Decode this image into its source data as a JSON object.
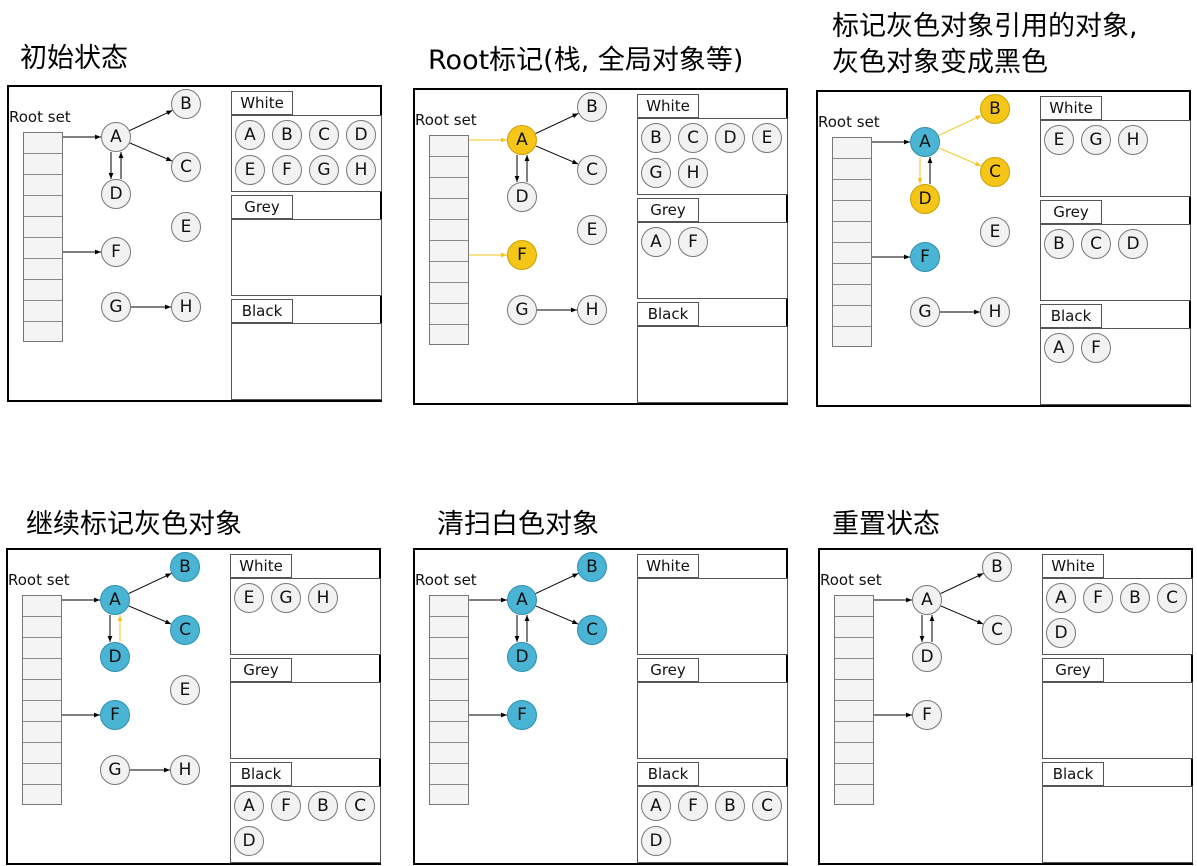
{
  "panels": [
    {
      "title": "初始状态",
      "root_label": "Root set",
      "nodes": [
        {
          "id": "A",
          "label": "A",
          "color": "white"
        },
        {
          "id": "B",
          "label": "B",
          "color": "white"
        },
        {
          "id": "C",
          "label": "C",
          "color": "white"
        },
        {
          "id": "D",
          "label": "D",
          "color": "white"
        },
        {
          "id": "E",
          "label": "E",
          "color": "white"
        },
        {
          "id": "F",
          "label": "F",
          "color": "white"
        },
        {
          "id": "G",
          "label": "G",
          "color": "white"
        },
        {
          "id": "H",
          "label": "H",
          "color": "white"
        }
      ],
      "edges": [
        {
          "from": "root",
          "to": "A",
          "style": "black"
        },
        {
          "from": "root",
          "to": "F",
          "style": "black"
        },
        {
          "from": "A",
          "to": "B",
          "style": "black"
        },
        {
          "from": "A",
          "to": "C",
          "style": "black"
        },
        {
          "from": "A",
          "to": "D",
          "style": "black"
        },
        {
          "from": "D",
          "to": "A",
          "style": "black"
        },
        {
          "from": "G",
          "to": "H",
          "style": "black"
        }
      ],
      "sets": [
        {
          "label": "White",
          "items": [
            "A",
            "B",
            "C",
            "D",
            "E",
            "F",
            "G",
            "H"
          ]
        },
        {
          "label": "Grey",
          "items": []
        },
        {
          "label": "Black",
          "items": []
        }
      ]
    },
    {
      "title": "Root标记(栈, 全局对象等)",
      "root_label": "Root set",
      "nodes": [
        {
          "id": "A",
          "label": "A",
          "color": "grey"
        },
        {
          "id": "B",
          "label": "B",
          "color": "white"
        },
        {
          "id": "C",
          "label": "C",
          "color": "white"
        },
        {
          "id": "D",
          "label": "D",
          "color": "white"
        },
        {
          "id": "E",
          "label": "E",
          "color": "white"
        },
        {
          "id": "F",
          "label": "F",
          "color": "grey"
        },
        {
          "id": "G",
          "label": "G",
          "color": "white"
        },
        {
          "id": "H",
          "label": "H",
          "color": "white"
        }
      ],
      "edges": [
        {
          "from": "root",
          "to": "A",
          "style": "yellow"
        },
        {
          "from": "root",
          "to": "F",
          "style": "yellow"
        },
        {
          "from": "A",
          "to": "B",
          "style": "black"
        },
        {
          "from": "A",
          "to": "C",
          "style": "black"
        },
        {
          "from": "A",
          "to": "D",
          "style": "black"
        },
        {
          "from": "D",
          "to": "A",
          "style": "black"
        },
        {
          "from": "G",
          "to": "H",
          "style": "black"
        }
      ],
      "sets": [
        {
          "label": "White",
          "items": [
            "B",
            "C",
            "D",
            "E",
            "G",
            "H"
          ]
        },
        {
          "label": "Grey",
          "items": [
            "A",
            "F"
          ]
        },
        {
          "label": "Black",
          "items": []
        }
      ]
    },
    {
      "title": "标记灰色对象引用的对象, 灰色对象变成黑色",
      "title_lines": [
        "标记灰色对象引用的对象,",
        "灰色对象变成黑色"
      ],
      "root_label": "Root set",
      "nodes": [
        {
          "id": "A",
          "label": "A",
          "color": "black"
        },
        {
          "id": "B",
          "label": "B",
          "color": "grey"
        },
        {
          "id": "C",
          "label": "C",
          "color": "grey"
        },
        {
          "id": "D",
          "label": "D",
          "color": "grey"
        },
        {
          "id": "E",
          "label": "E",
          "color": "white"
        },
        {
          "id": "F",
          "label": "F",
          "color": "black"
        },
        {
          "id": "G",
          "label": "G",
          "color": "white"
        },
        {
          "id": "H",
          "label": "H",
          "color": "white"
        }
      ],
      "edges": [
        {
          "from": "root",
          "to": "A",
          "style": "black"
        },
        {
          "from": "root",
          "to": "F",
          "style": "black"
        },
        {
          "from": "A",
          "to": "B",
          "style": "yellow"
        },
        {
          "from": "A",
          "to": "C",
          "style": "yellow"
        },
        {
          "from": "A",
          "to": "D",
          "style": "yellow"
        },
        {
          "from": "D",
          "to": "A",
          "style": "black"
        },
        {
          "from": "G",
          "to": "H",
          "style": "black"
        }
      ],
      "sets": [
        {
          "label": "White",
          "items": [
            "E",
            "G",
            "H"
          ]
        },
        {
          "label": "Grey",
          "items": [
            "B",
            "C",
            "D"
          ]
        },
        {
          "label": "Black",
          "items": [
            "A",
            "F"
          ]
        }
      ]
    },
    {
      "title": "继续标记灰色对象",
      "root_label": "Root set",
      "nodes": [
        {
          "id": "A",
          "label": "A",
          "color": "black"
        },
        {
          "id": "B",
          "label": "B",
          "color": "black"
        },
        {
          "id": "C",
          "label": "C",
          "color": "black"
        },
        {
          "id": "D",
          "label": "D",
          "color": "black"
        },
        {
          "id": "E",
          "label": "E",
          "color": "white"
        },
        {
          "id": "F",
          "label": "F",
          "color": "black"
        },
        {
          "id": "G",
          "label": "G",
          "color": "white"
        },
        {
          "id": "H",
          "label": "H",
          "color": "white"
        }
      ],
      "edges": [
        {
          "from": "root",
          "to": "A",
          "style": "black"
        },
        {
          "from": "root",
          "to": "F",
          "style": "black"
        },
        {
          "from": "A",
          "to": "B",
          "style": "black"
        },
        {
          "from": "A",
          "to": "C",
          "style": "black"
        },
        {
          "from": "A",
          "to": "D",
          "style": "black"
        },
        {
          "from": "D",
          "to": "A",
          "style": "yellow"
        },
        {
          "from": "G",
          "to": "H",
          "style": "black"
        }
      ],
      "sets": [
        {
          "label": "White",
          "items": [
            "E",
            "G",
            "H"
          ]
        },
        {
          "label": "Grey",
          "items": []
        },
        {
          "label": "Black",
          "items": [
            "A",
            "F",
            "B",
            "C",
            "D"
          ]
        }
      ]
    },
    {
      "title": "清扫白色对象",
      "root_label": "Root set",
      "nodes": [
        {
          "id": "A",
          "label": "A",
          "color": "black"
        },
        {
          "id": "B",
          "label": "B",
          "color": "black"
        },
        {
          "id": "C",
          "label": "C",
          "color": "black"
        },
        {
          "id": "D",
          "label": "D",
          "color": "black"
        },
        {
          "id": "F",
          "label": "F",
          "color": "black"
        }
      ],
      "edges": [
        {
          "from": "root",
          "to": "A",
          "style": "black"
        },
        {
          "from": "root",
          "to": "F",
          "style": "black"
        },
        {
          "from": "A",
          "to": "B",
          "style": "black"
        },
        {
          "from": "A",
          "to": "C",
          "style": "black"
        },
        {
          "from": "A",
          "to": "D",
          "style": "black"
        },
        {
          "from": "D",
          "to": "A",
          "style": "black"
        }
      ],
      "sets": [
        {
          "label": "White",
          "items": []
        },
        {
          "label": "Grey",
          "items": []
        },
        {
          "label": "Black",
          "items": [
            "A",
            "F",
            "B",
            "C",
            "D"
          ]
        }
      ]
    },
    {
      "title": "重置状态",
      "root_label": "Root set",
      "nodes": [
        {
          "id": "A",
          "label": "A",
          "color": "white"
        },
        {
          "id": "B",
          "label": "B",
          "color": "white"
        },
        {
          "id": "C",
          "label": "C",
          "color": "white"
        },
        {
          "id": "D",
          "label": "D",
          "color": "white"
        },
        {
          "id": "F",
          "label": "F",
          "color": "white"
        }
      ],
      "edges": [
        {
          "from": "root",
          "to": "A",
          "style": "black"
        },
        {
          "from": "root",
          "to": "F",
          "style": "black"
        },
        {
          "from": "A",
          "to": "B",
          "style": "black"
        },
        {
          "from": "A",
          "to": "C",
          "style": "black"
        },
        {
          "from": "A",
          "to": "D",
          "style": "black"
        },
        {
          "from": "D",
          "to": "A",
          "style": "black"
        }
      ],
      "sets": [
        {
          "label": "White",
          "items": [
            "A",
            "F",
            "B",
            "C",
            "D"
          ]
        },
        {
          "label": "Grey",
          "items": []
        },
        {
          "label": "Black",
          "items": []
        }
      ]
    }
  ],
  "colors": {
    "white_node": "#f2f2f2",
    "grey_node": "#f5c518",
    "black_node": "#4ab4d4",
    "edge_black": "#000000",
    "edge_yellow": "#f5c518"
  }
}
